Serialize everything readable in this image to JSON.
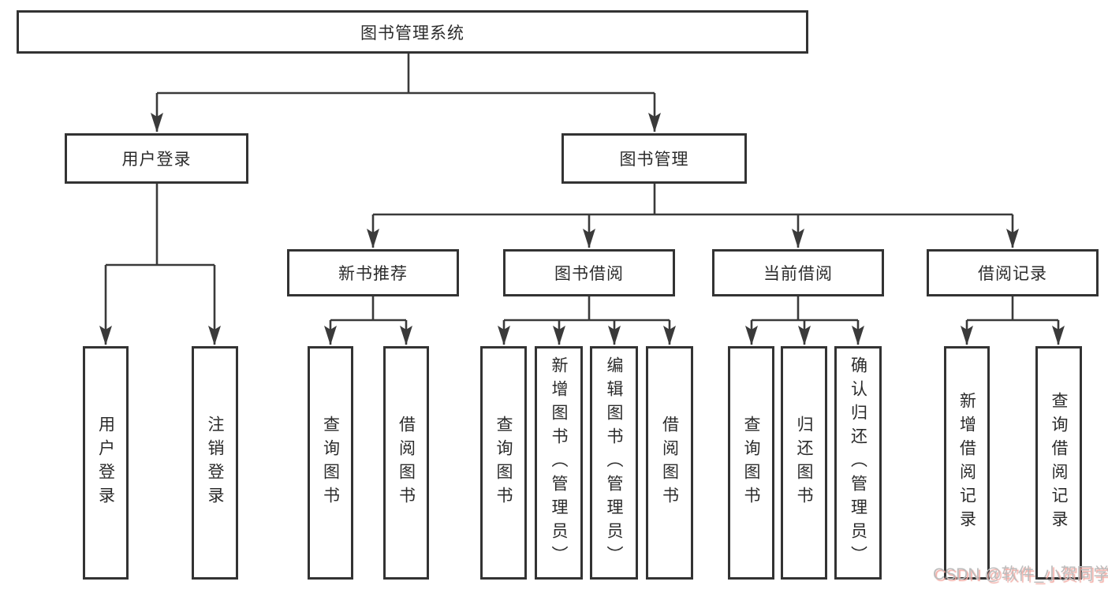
{
  "title": "图书管理系统",
  "tree": {
    "label": "图书管理系统",
    "children": [
      {
        "label": "用户登录",
        "children": [
          {
            "label": "用户登录"
          },
          {
            "label": "注销登录"
          }
        ]
      },
      {
        "label": "图书管理",
        "children": [
          {
            "label": "新书推荐",
            "children": [
              {
                "label": "查询图书"
              },
              {
                "label": "借阅图书"
              }
            ]
          },
          {
            "label": "图书借阅",
            "children": [
              {
                "label": "查询图书"
              },
              {
                "label": "新增图书（管理员）"
              },
              {
                "label": "编辑图书（管理员）"
              },
              {
                "label": "借阅图书"
              }
            ]
          },
          {
            "label": "当前借阅",
            "children": [
              {
                "label": "查询图书"
              },
              {
                "label": "归还图书"
              },
              {
                "label": "确认归还（管理员）"
              }
            ]
          },
          {
            "label": "借阅记录",
            "children": [
              {
                "label": "新增借阅记录"
              },
              {
                "label": "查询借阅记录"
              }
            ]
          }
        ]
      }
    ]
  },
  "watermark": {
    "text": "CSDN @软件_小贺同学"
  },
  "colors": {
    "line": "#3a3a3a",
    "box_border": "#333333",
    "text": "#2b2b2b",
    "background": "#ffffff",
    "watermark_text": "#bcbcbc",
    "watermark_shadow": "#f2aba4"
  }
}
